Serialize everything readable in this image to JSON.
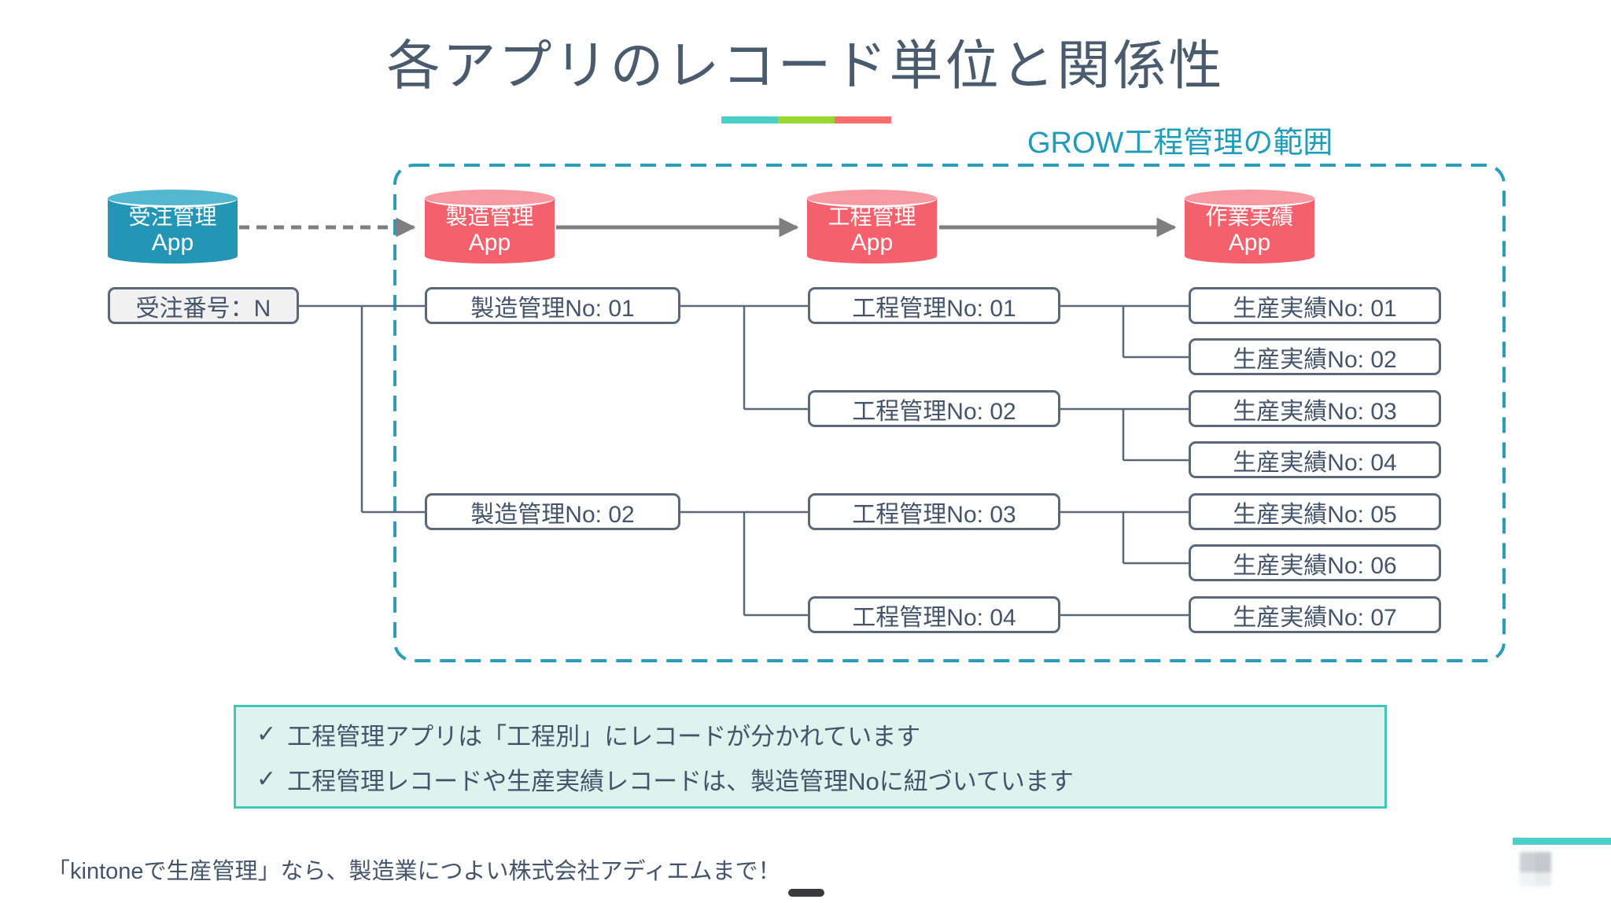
{
  "slide": {
    "title": "各アプリのレコード単位と関係性",
    "scope_label": "GROW工程管理の範囲"
  },
  "apps": {
    "order": {
      "name": "受注管理",
      "sub": "App"
    },
    "manufacturing": {
      "name": "製造管理",
      "sub": "App"
    },
    "process": {
      "name": "工程管理",
      "sub": "App"
    },
    "work": {
      "name": "作業実績",
      "sub": "App"
    }
  },
  "records": {
    "order_no": "受注番号：N",
    "manufacturing": [
      "製造管理No: 01",
      "製造管理No: 02"
    ],
    "process": [
      "工程管理No: 01",
      "工程管理No: 02",
      "工程管理No: 03",
      "工程管理No: 04"
    ],
    "production": [
      "生産実績No: 01",
      "生産実績No: 02",
      "生産実績No: 03",
      "生産実績No: 04",
      "生産実績No: 05",
      "生産実績No: 06",
      "生産実績No: 07"
    ]
  },
  "notes": {
    "check": "✓",
    "items": [
      "工程管理アプリは「工程別」にレコードが分かれています",
      "工程管理レコードや生産実績レコードは、製造管理Noに紐づいています"
    ]
  },
  "footer": {
    "text": "「kintoneで生産管理」なら、製造業につよい株式会社アディエムまで！"
  },
  "colors": {
    "accent_teal": "#4ccfc6",
    "accent_green": "#97d931",
    "accent_red": "#fb6e6e",
    "app_cylinder_teal": "#2496b5",
    "app_cylinder_red": "#f4616c",
    "scope_border_teal": "#2a9db8",
    "scope_label_teal": "#1e9cba",
    "record_border": "#5a6878",
    "note_background": "#def2ee",
    "note_border": "#41c7b5",
    "text_dark": "#44546a"
  }
}
